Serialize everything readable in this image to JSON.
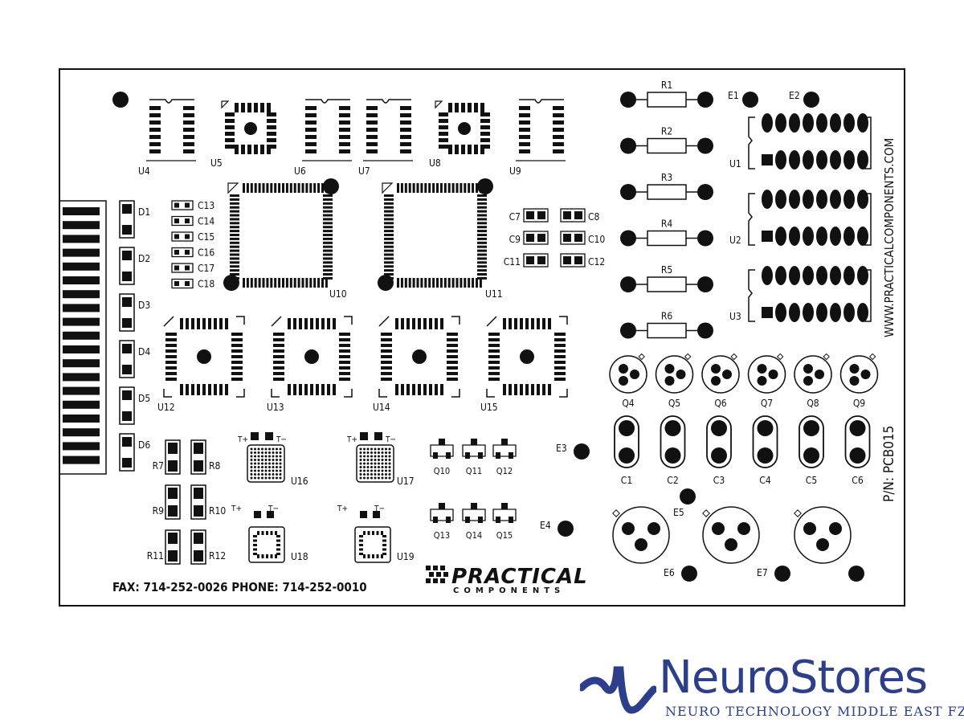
{
  "board": {
    "components": {
      "u4": "U4",
      "u5": "U5",
      "u6": "U6",
      "u7": "U7",
      "u8": "U8",
      "u9": "U9",
      "u10": "U10",
      "u11": "U11",
      "u12": "U12",
      "u13": "U13",
      "u14": "U14",
      "u15": "U15",
      "u16": "U16",
      "u17": "U17",
      "u18": "U18",
      "u19": "U19",
      "u1": "U1",
      "u2": "U2",
      "u3": "U3",
      "d1": "D1",
      "d2": "D2",
      "d3": "D3",
      "d4": "D4",
      "d5": "D5",
      "d6": "D6",
      "c13": "C13",
      "c14": "C14",
      "c15": "C15",
      "c16": "C16",
      "c17": "C17",
      "c18": "C18",
      "c7": "C7",
      "c8": "C8",
      "c9": "C9",
      "c10": "C10",
      "c11": "C11",
      "c12": "C12",
      "r1": "R1",
      "r2": "R2",
      "r3": "R3",
      "r4": "R4",
      "r5": "R5",
      "r6": "R6",
      "r7": "R7",
      "r8": "R8",
      "r9": "R9",
      "r10": "R10",
      "r11": "R11",
      "r12": "R12",
      "e1": "E1",
      "e2": "E2",
      "e3": "E3",
      "e4": "E4",
      "e5": "E5",
      "e6": "E6",
      "e7": "E7",
      "q4": "Q4",
      "q5": "Q5",
      "q6": "Q6",
      "q7": "Q7",
      "q8": "Q8",
      "q9": "Q9",
      "q10": "Q10",
      "q11": "Q11",
      "q12": "Q12",
      "q13": "Q13",
      "q14": "Q14",
      "q15": "Q15",
      "c1": "C1",
      "c2": "C2",
      "c3": "C3",
      "c4": "C4",
      "c5": "C5",
      "c6": "C6",
      "tplus": "T+",
      "tminus": "T−"
    },
    "website": "WWW.PRACTICALCOMPONENTS.COM",
    "part_number": "P/N: PCB015",
    "contact": "FAX: 714-252-0026  PHONE: 714-252-0010",
    "brand_practical": "PRACTICAL",
    "brand_components": "COMPONENTS"
  },
  "watermark": {
    "name": "NeuroStores",
    "subtitle": "NEURO TECHNOLOGY MIDDLE EAST FZE"
  },
  "colors": {
    "ink": "#111111",
    "brand_blue": "#2d3e8a",
    "background": "#ffffff"
  }
}
